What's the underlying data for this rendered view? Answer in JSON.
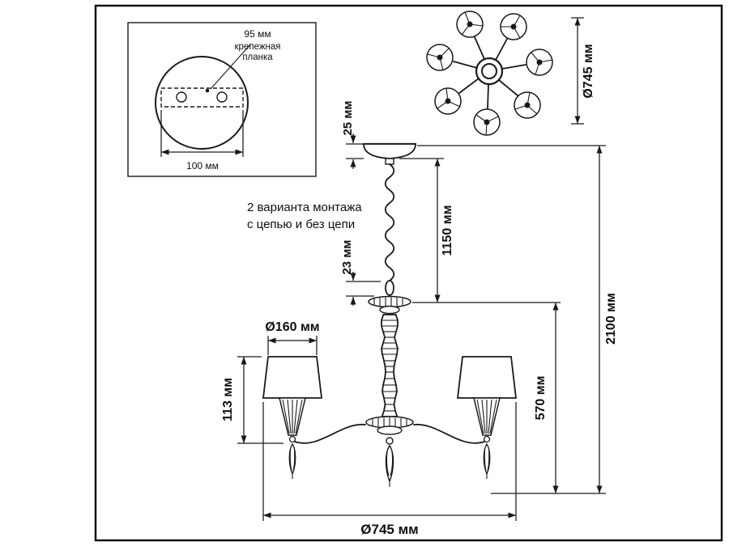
{
  "colors": {
    "ink": "#1a1a1a",
    "background": "#ffffff",
    "frame": "#111111"
  },
  "detail_box": {
    "dim_95": "95 мм",
    "bracket_line1": "крепежная",
    "bracket_line2": "планка",
    "dim_100": "100 мм"
  },
  "top_view": {
    "dim_diameter": "Ø745 мм"
  },
  "side_view": {
    "dim_canopy": "25 мм",
    "dim_chain": "1150 мм",
    "dim_hook": "23 мм",
    "dim_shade_diameter": "Ø160 мм",
    "dim_shade_height": "113 мм",
    "dim_body_height": "570 мм",
    "dim_total_height": "2100 мм",
    "dim_width": "Ø745 мм",
    "note_line1": "2 варианта монтажа",
    "note_line2": "с цепью и без цепи"
  }
}
